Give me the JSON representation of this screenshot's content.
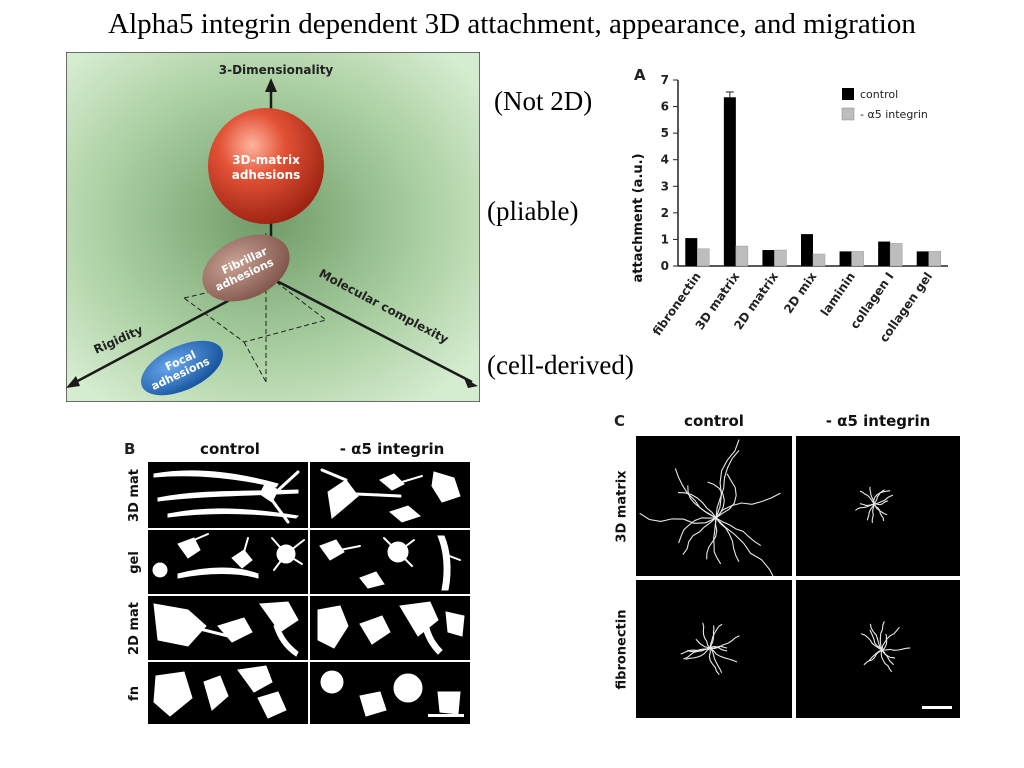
{
  "title": "Alpha5 integrin dependent 3D attachment, appearance, and migration",
  "annotations": {
    "not2d": "(Not 2D)",
    "pliable": "(pliable)",
    "cell_derived": "(cell-derived)"
  },
  "diagram": {
    "axis_vertical": "3-Dimensionality",
    "axis_left": "Rigidity",
    "axis_right": "Molecular complexity",
    "sphere_label_1": "3D-matrix",
    "sphere_label_2": "adhesions",
    "fibrillar_1": "Fibrillar",
    "fibrillar_2": "adhesions",
    "focal_1": "Focal",
    "focal_2": "adhesions",
    "colors": {
      "background_outer": "#cfe8c8",
      "background_inner": "#7aa272",
      "sphere": "#d9402a",
      "fibrillar": "#9a6a5e",
      "focal": "#1f6fc0"
    }
  },
  "panelA": {
    "letter": "A",
    "legend": [
      {
        "name": "control",
        "color": "#000000"
      },
      {
        "name": "- α5 integrin",
        "color": "#bdbdbd"
      }
    ],
    "chart_data": {
      "type": "bar",
      "categories": [
        "fibronectin",
        "3D matrix",
        "2D matrix",
        "2D mix",
        "laminin",
        "collagen I",
        "collagen gel"
      ],
      "series": [
        {
          "name": "control",
          "values": [
            1.05,
            6.35,
            0.6,
            1.2,
            0.55,
            0.92,
            0.55
          ]
        },
        {
          "name": "- α5 integrin",
          "values": [
            0.65,
            0.75,
            0.6,
            0.45,
            0.55,
            0.85,
            0.55
          ]
        }
      ],
      "ylabel": "attachment (a.u.)",
      "ylim": [
        0,
        7
      ],
      "yticks": [
        "0",
        "1",
        "2",
        "3",
        "4",
        "5",
        "6",
        "7"
      ]
    }
  },
  "panelB": {
    "letter": "B",
    "col_control": "control",
    "col_alpha": "- α5 integrin",
    "rows": [
      "3D mat",
      "gel",
      "2D mat",
      "fn"
    ]
  },
  "panelC": {
    "letter": "C",
    "col_control": "control",
    "col_alpha": "- α5 integrin",
    "rows": [
      "3D matrix",
      "fibronectin"
    ]
  }
}
